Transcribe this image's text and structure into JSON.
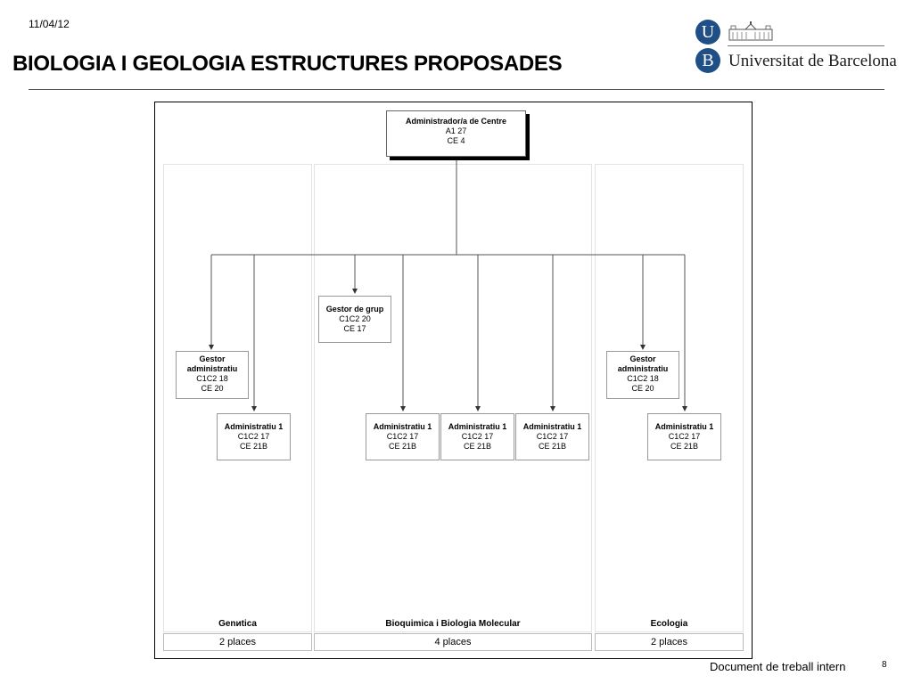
{
  "header": {
    "date": "11/04/12",
    "title": "BIOLOGIA I GEOLOGIA ESTRUCTURES PROPOSADES"
  },
  "logo": {
    "letter_u": "U",
    "letter_b": "B",
    "name": "Universitat de Barcelona",
    "brand_color": "#1f4f86"
  },
  "chart": {
    "top": {
      "title": "Administrador/a de Centre",
      "line1": "A1 27",
      "line2": "CE 4"
    },
    "gestor_grup": {
      "title": "Gestor de grup",
      "line1": "C1C2 20",
      "line2": "CE 17"
    },
    "gestor_admin_left": {
      "title": "Gestor administratiu",
      "line1": "C1C2 18",
      "line2": "CE 20"
    },
    "gestor_admin_right": {
      "title": "Gestor administratiu",
      "line1": "C1C2 18",
      "line2": "CE 20"
    },
    "administratius": [
      {
        "title": "Administratiu 1",
        "line1": "C1C2 17",
        "line2": "CE 21B"
      },
      {
        "title": "Administratiu 1",
        "line1": "C1C2 17",
        "line2": "CE 21B"
      },
      {
        "title": "Administratiu 1",
        "line1": "C1C2 17",
        "line2": "CE 21B"
      },
      {
        "title": "Administratiu 1",
        "line1": "C1C2 17",
        "line2": "CE 21B"
      },
      {
        "title": "Administratiu 1",
        "line1": "C1C2 17",
        "line2": "CE 21B"
      }
    ],
    "departments": [
      {
        "name": "Genиtica",
        "places": "2 places"
      },
      {
        "name": "Bioquimica i Biologia Molecular",
        "places": "4 places"
      },
      {
        "name": "Ecologia",
        "places": "2 places"
      }
    ]
  },
  "footer": {
    "note": "Document de treball intern",
    "page": "8"
  }
}
